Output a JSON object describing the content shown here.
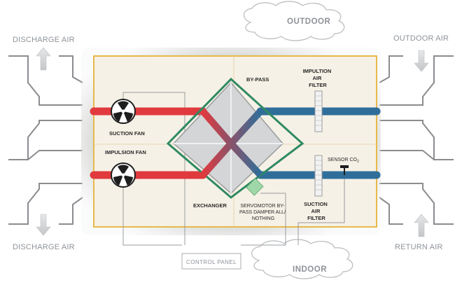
{
  "labels": {
    "outdoor_cloud": "OUTDOOR",
    "indoor_cloud": "INDOOR",
    "discharge_air_top": "DISCHARGE AIR",
    "discharge_air_bottom": "DISCHARGE AIR",
    "outdoor_air": "OUTDOOR AIR",
    "return_air": "RETURN AIR",
    "bypass": "BY-PASS",
    "impulsion_filter": [
      "IMPULTION",
      "AIR",
      "FILTER"
    ],
    "suction_fan": "SUCTION FAN",
    "impulsion_fan": "IMPULSION FAN",
    "sensor": "SENSOR CO",
    "sensor_sub": "2",
    "exchanger": "EXCHANGER",
    "servomotor": [
      "SERVOMOTOR BY-",
      "PASS DAMPER ALL/",
      "NOTHING"
    ],
    "suction_filter": [
      "SUCTION",
      "AIR",
      "FILTER"
    ],
    "control_panel": "CONTROL PANEL"
  },
  "colors": {
    "hot_duct": "#e03a3e",
    "cold_duct": "#2f6e9a",
    "bypass_frame": "#2f8a63",
    "unit_border": "#e8b84a",
    "unit_fill": "#f6f1e6",
    "exchanger_fill": "#d4d5d7",
    "servomotor": "#9fd7a8",
    "duct_outline": "#8a8c8f",
    "text_muted": "#8e9399"
  },
  "icons": {
    "fan": "fan-icon",
    "arrow_up": "arrow-up-icon",
    "arrow_down": "arrow-down-icon",
    "cloud": "cloud-icon",
    "filter": "filter-icon",
    "sensor": "sensor-icon"
  }
}
